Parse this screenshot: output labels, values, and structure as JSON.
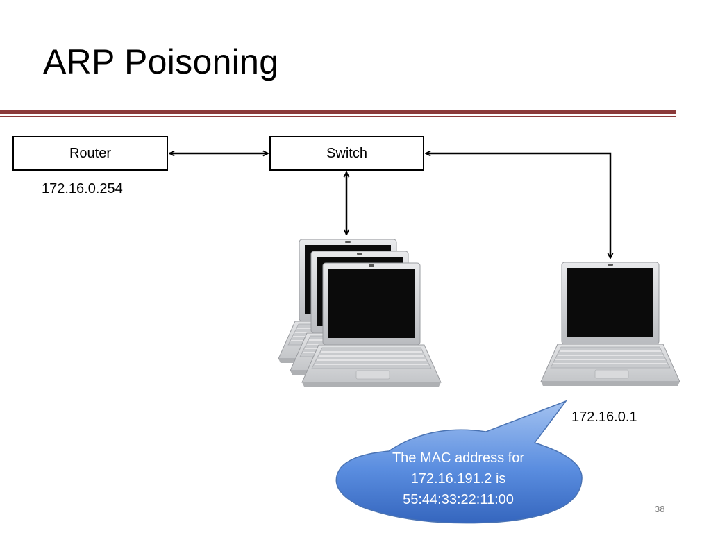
{
  "slide": {
    "title": "ARP Poisoning",
    "page_number": "38"
  },
  "nodes": {
    "router": {
      "label": "Router",
      "ip": "172.16.0.254"
    },
    "switch": {
      "label": "Switch"
    },
    "victim": {
      "ip": "172.16.0.1"
    }
  },
  "speech_bubble": {
    "lines": [
      "The MAC address for",
      "172.16.191.2 is",
      "55:44:33:22:11:00"
    ]
  },
  "colors": {
    "rule": "#8b3a3a",
    "bubble_fill_top": "#8fb4ec",
    "bubble_fill_bottom": "#3d72c9",
    "bubble_stroke": "#4a73b3",
    "laptop_screen": "#0b0b0b",
    "laptop_body": "#d7d8da"
  }
}
